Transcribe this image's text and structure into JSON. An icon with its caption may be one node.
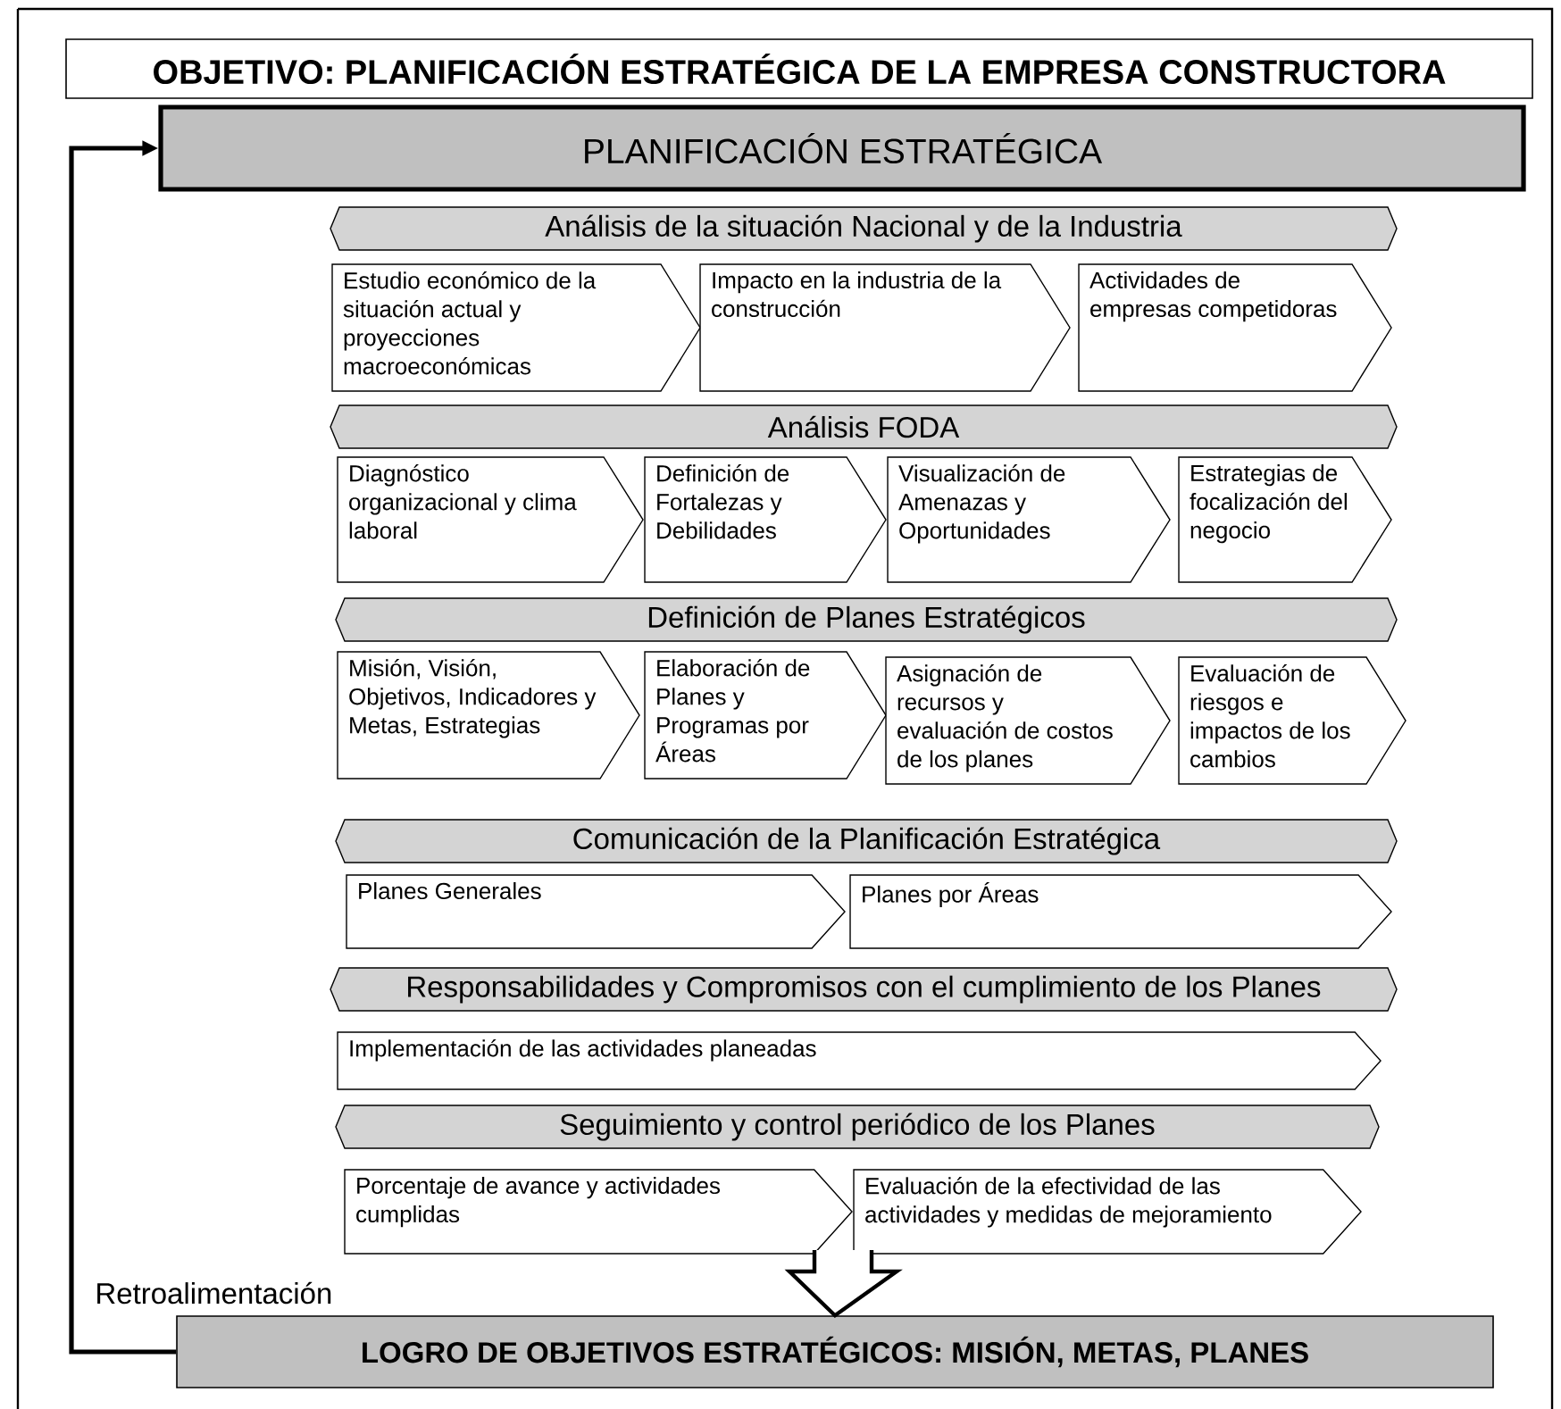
{
  "diagram": {
    "nodes": [
      {
        "text": [
          "OBJETIVO: PLANIFICACIÓN ESTRATÉGICA DE LA EMPRESA CONSTRUCTORA"
        ]
      },
      {
        "text": [
          "PLANIFICACIÓN ESTRATÉGICA"
        ]
      },
      {
        "text": [
          "Análisis de la situación Nacional y de la Industria"
        ]
      },
      {
        "text": [
          "Estudio económico de la situación actual y proyecciones macroeconómicas"
        ]
      },
      {
        "text": [
          "Impacto en la industria de la construcción"
        ]
      },
      {
        "text": [
          "Actividades de empresas competidoras"
        ]
      },
      {
        "text": [
          "Análisis FODA"
        ]
      },
      {
        "text": [
          "Diagnóstico organizacional y clima laboral"
        ]
      },
      {
        "text": [
          "Definición de Fortalezas y Debilidades"
        ]
      },
      {
        "text": [
          "Visualización de Amenazas y Oportunidades"
        ]
      },
      {
        "text": [
          "Estrategias de focalización del negocio"
        ]
      },
      {
        "text": [
          "Definición de Planes Estratégicos"
        ]
      },
      {
        "text": [
          "Misión, Visión, Objetivos, Indicadores y Metas, Estrategias"
        ]
      },
      {
        "text": [
          "Elaboración de Planes y Programas por Áreas"
        ]
      },
      {
        "text": [
          "Asignación de recursos y evaluación de costos de los planes"
        ]
      },
      {
        "text": [
          "Evaluación de riesgos e impactos de los cambios"
        ]
      },
      {
        "text": [
          "Comunicación de la Planificación Estratégica"
        ]
      },
      {
        "text": [
          "Planes Generales"
        ]
      },
      {
        "text": [
          "Planes por Áreas"
        ]
      },
      {
        "text": [
          "Responsabilidades y Compromisos con el cumplimiento de los Planes"
        ]
      },
      {
        "text": [
          "Implementación de las actividades planeadas"
        ]
      },
      {
        "text": [
          "Seguimiento y control periódico de los Planes"
        ]
      },
      {
        "text": [
          "Porcentaje de avance y actividades cumplidas"
        ]
      },
      {
        "text": [
          "Evaluación de la efectividad de las actividades y medidas de mejoramiento"
        ]
      },
      {
        "text": [
          "LOGRO DE OBJETIVOS ESTRATÉGICOS: MISIÓN, METAS, PLANES"
        ]
      }
    ],
    "edges": [
      {
        "from": 24,
        "to": 1,
        "arrow": "to",
        "label": "Retroalimentación"
      },
      {
        "from": null,
        "to": 24,
        "arrow": "to"
      }
    ]
  }
}
